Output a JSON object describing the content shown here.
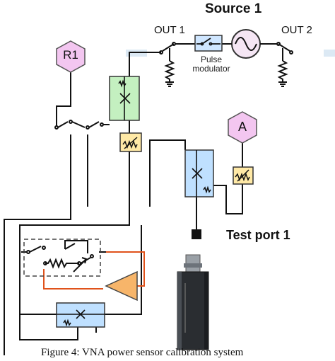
{
  "source": {
    "title": "Source 1",
    "out1": "OUT 1",
    "out2": "OUT 2",
    "modulator": "Pulse\nmodulator"
  },
  "receivers": {
    "r1": "R1",
    "a": "A"
  },
  "test_port": "Test port 1",
  "caption": "Figure 4: VNA power sensor calibration system",
  "colors": {
    "receiver": "#f3c6f0",
    "coupler": "#bfe0ff",
    "coupler_green": "#c4f0c0",
    "attenuator": "#ffe9a6",
    "amplifier": "#f7b56a",
    "orange_path": "#e0521b",
    "pulse_box": "#cfe6ff"
  },
  "icons": [
    "sine-source-icon",
    "pulse-switch-icon",
    "coupler-icon",
    "attenuator-icon",
    "amplifier-icon",
    "load-resistor-icon",
    "power-sensor-icon"
  ]
}
